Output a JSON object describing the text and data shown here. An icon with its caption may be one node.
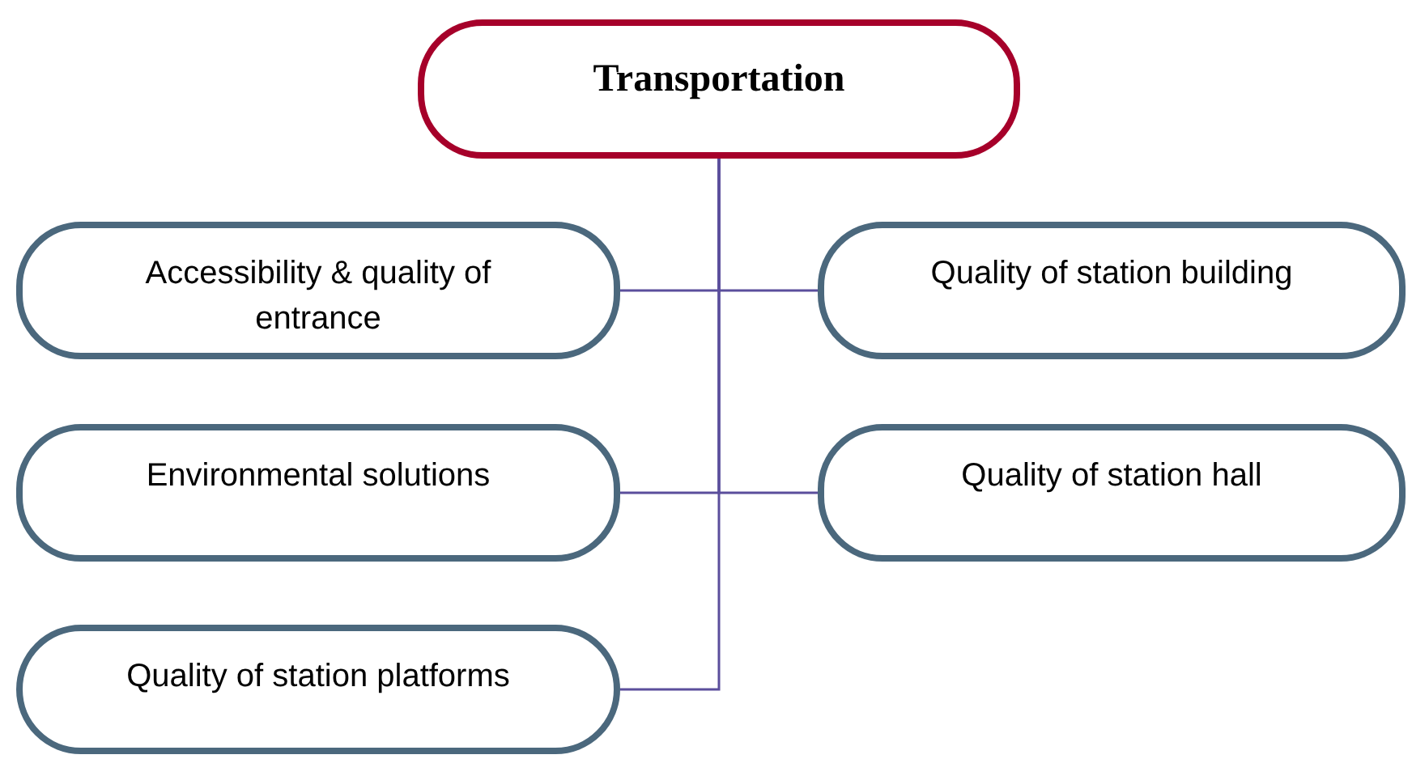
{
  "diagram": {
    "nodes": [
      {
        "text": [
          "Transportation"
        ]
      },
      {
        "text": [
          "Accessibility & quality of entrance"
        ]
      },
      {
        "text": [
          "Quality of station building"
        ]
      },
      {
        "text": [
          "Environmental solutions"
        ]
      },
      {
        "text": [
          "Quality of station hall"
        ]
      },
      {
        "text": [
          "Quality of station platforms"
        ]
      }
    ],
    "edges": [
      {
        "from": 0,
        "to": 1,
        "arrow": "none"
      },
      {
        "from": 0,
        "to": 2,
        "arrow": "none"
      },
      {
        "from": 0,
        "to": 3,
        "arrow": "none"
      },
      {
        "from": 0,
        "to": 4,
        "arrow": "none"
      },
      {
        "from": 0,
        "to": 5,
        "arrow": "none"
      }
    ]
  }
}
